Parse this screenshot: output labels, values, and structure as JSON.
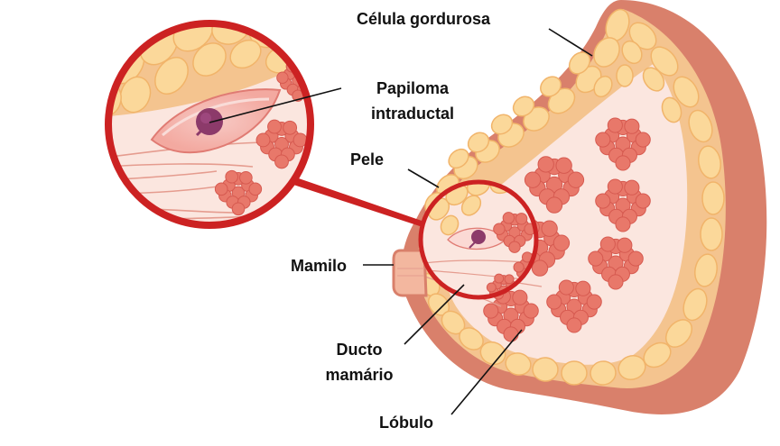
{
  "labels": {
    "fat_cell": "Célula gordurosa",
    "papilloma_line1": "Papiloma",
    "papilloma_line2": "intraductal",
    "skin": "Pele",
    "nipple": "Mamilo",
    "duct_line1": "Ducto",
    "duct_line2": "mamário",
    "lobule": "Lóbulo"
  },
  "colors": {
    "skin_outer": "#d9806b",
    "skin_dark": "#c96852",
    "fat_layer": "#f4c48f",
    "fat_cell": "#fbd89a",
    "fat_cell_edge": "#f1b46a",
    "tissue": "#fbe6df",
    "lobule": "#e8786a",
    "lobule_dark": "#d65a50",
    "magnifier_ring": "#cc2222",
    "papilloma": "#8c3a6a",
    "leader_line": "#111111"
  }
}
